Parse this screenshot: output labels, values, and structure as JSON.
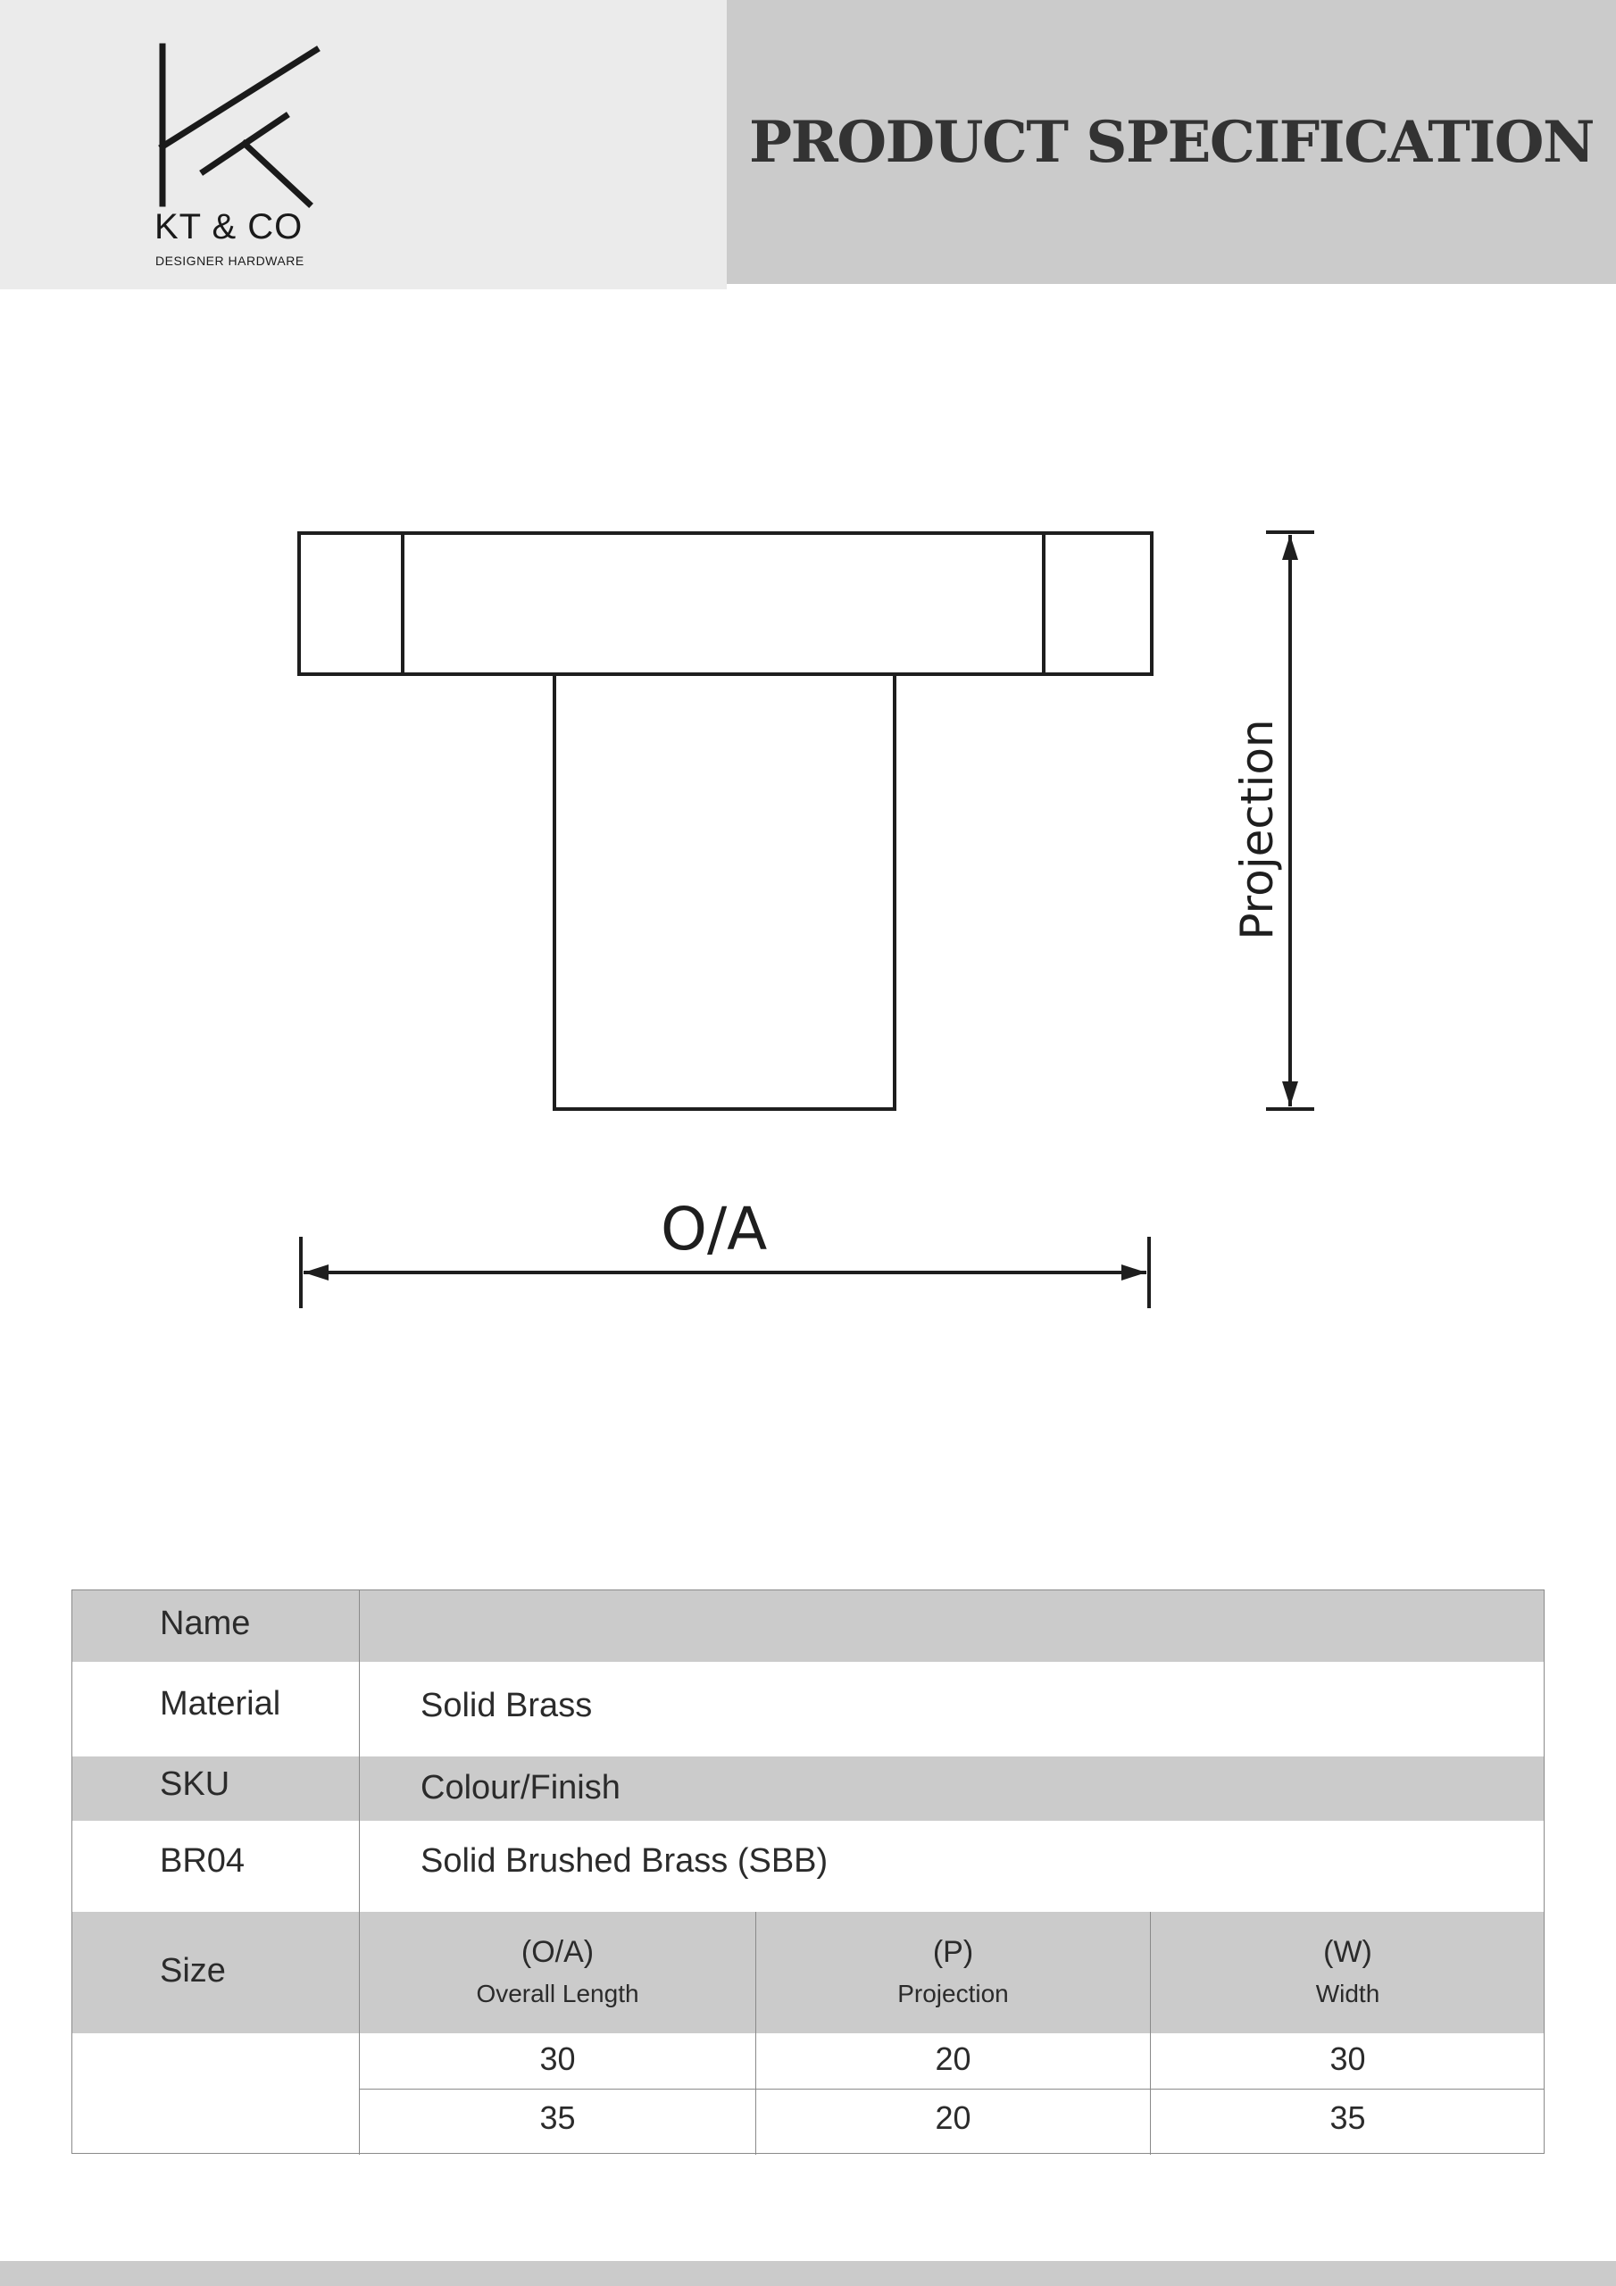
{
  "header": {
    "brand_name": "KT & CO",
    "brand_tagline": "DESIGNER HARDWARE",
    "title": "PRODUCT SPECIFICATION"
  },
  "drawing": {
    "dimension_overall": "O/A",
    "dimension_projection": "Projection"
  },
  "spec_table": {
    "name_label": "Name",
    "name_value": "",
    "material_label": "Material",
    "material_value": "Solid Brass",
    "sku_label": "SKU",
    "finish_label": "Colour/Finish",
    "sku_value": "BR04",
    "finish_value": "Solid Brushed Brass (SBB)",
    "size_label": "Size",
    "size_columns": [
      {
        "code": "(O/A)",
        "desc": "Overall Length"
      },
      {
        "code": "(P)",
        "desc": "Projection"
      },
      {
        "code": "(W)",
        "desc": "Width"
      }
    ],
    "size_rows": [
      [
        "30",
        "20",
        "30"
      ],
      [
        "35",
        "20",
        "35"
      ]
    ]
  },
  "colors": {
    "header_left": "#ebebeb",
    "header_right": "#cbcbcb",
    "table_shade": "#cbcbcb",
    "line": "#1e1e1e"
  }
}
